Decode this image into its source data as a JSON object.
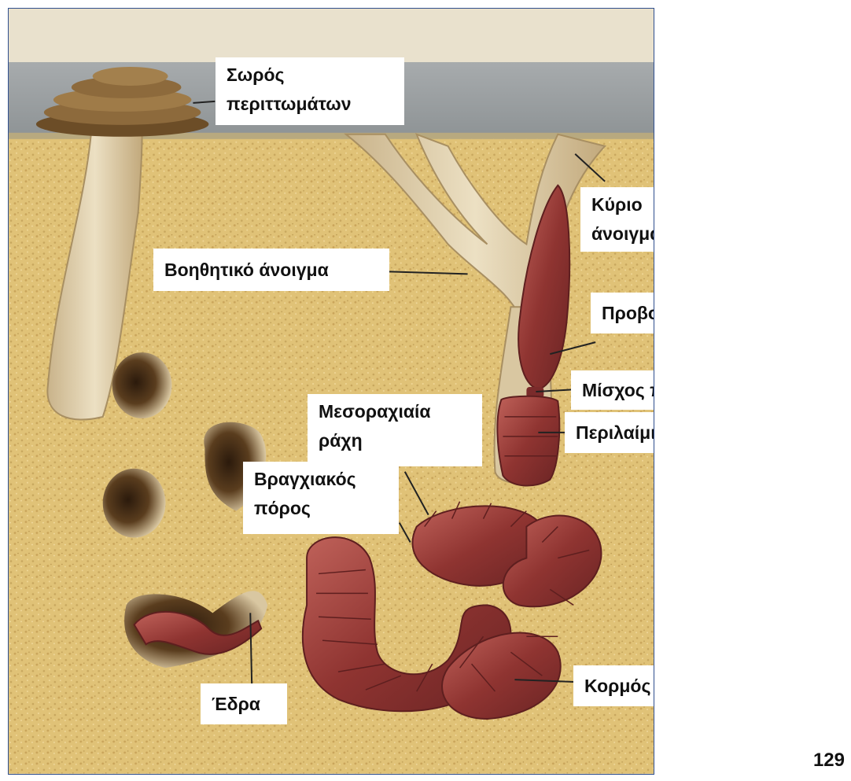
{
  "labels": {
    "waste_pile": [
      "Σωρός",
      "περιττωμάτων"
    ],
    "auxiliary_opening": "Βοηθητικό άνοιγμα",
    "main_opening": [
      "Κύριο",
      "άνοιγμα"
    ],
    "proboscis": "Προβοσκίδα",
    "proboscis_stalk": "Μίσχος προβοσκίδας",
    "collar": "Περιλαίμιο",
    "dorsal_ridge": [
      "Μεσοραχιαία",
      "ράχη"
    ],
    "gill_pore": [
      "Βραγχιακός",
      "πόρος"
    ],
    "anus": "Έδρα",
    "trunk": "Κορμός"
  },
  "page_number": "129",
  "colors": {
    "sand": "#e0c277",
    "surface": "#9ea2a4",
    "burrow": "#d9c7a1",
    "worm": "#9a3c38",
    "casting": "#8d6a3c",
    "frame_border": "#2f4f8f"
  }
}
